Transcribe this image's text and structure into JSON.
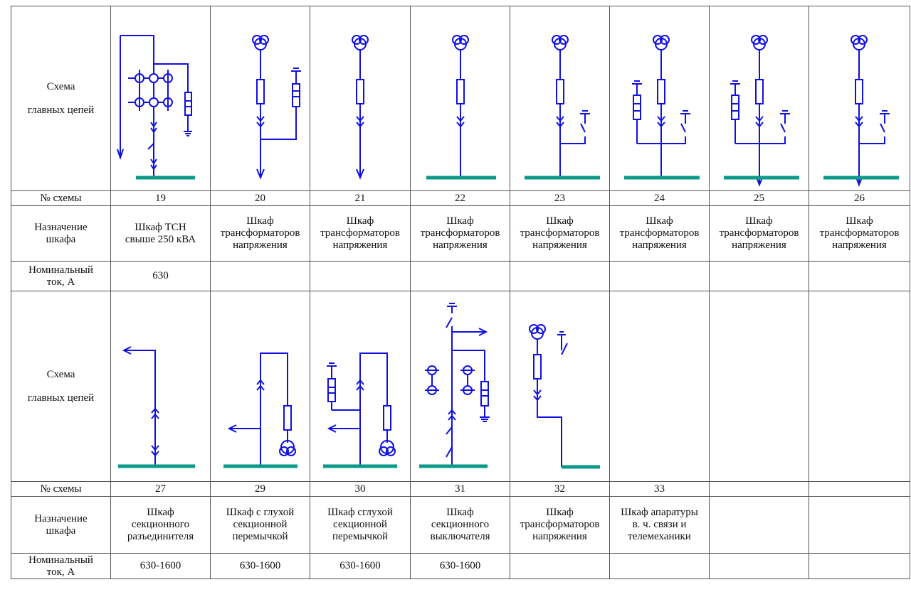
{
  "row_labels": {
    "scheme": [
      "Схема",
      "главных цепей"
    ],
    "number": "№ схемы",
    "purpose": [
      "Назначение",
      "шкафа"
    ],
    "current": [
      "Номинальный",
      "ток, А"
    ]
  },
  "top": {
    "numbers": [
      "19",
      "20",
      "21",
      "22",
      "23",
      "24",
      "25",
      "26"
    ],
    "purposes": [
      [
        "Шкаф ТСН",
        "свыше 250 кВА"
      ],
      [
        "Шкаф",
        "трансформаторов",
        "напряжения"
      ],
      [
        "Шкаф",
        "трансформаторов",
        "напряжения"
      ],
      [
        "Шкаф",
        "трансформаторов",
        "напряжения"
      ],
      [
        "Шкаф",
        "трансформаторов",
        "напряжения"
      ],
      [
        "Шкаф",
        "трансформаторов",
        "напряжения"
      ],
      [
        "Шкаф",
        "трансформаторов",
        "напряжения"
      ],
      [
        "Шкаф",
        "трансформаторов",
        "напряжения"
      ]
    ],
    "currents": [
      "630",
      "",
      "",
      "",
      "",
      "",
      "",
      ""
    ]
  },
  "bottom": {
    "numbers": [
      "27",
      "29",
      "30",
      "31",
      "32",
      "33",
      "",
      ""
    ],
    "purposes": [
      [
        "Шкаф",
        "секционного",
        "разъединителя"
      ],
      [
        "Шкаф с глухой",
        "секционной",
        "перемычкой"
      ],
      [
        "Шкаф сглухой",
        "секционной",
        "перемычкой"
      ],
      [
        "Шкаф",
        "секционного",
        "выключателя"
      ],
      [
        "Шкаф",
        "трансформаторов",
        "напряжения"
      ],
      [
        "Шкаф апаратуры",
        "в. ч. связи и",
        "телемеханики"
      ],
      [],
      []
    ],
    "currents": [
      "630-1600",
      "630-1600",
      "630-1600",
      "630-1600",
      "",
      "",
      "",
      ""
    ]
  },
  "colors": {
    "line": "#1010e0",
    "busbar": "#0a9a8a",
    "border": "#555555"
  }
}
